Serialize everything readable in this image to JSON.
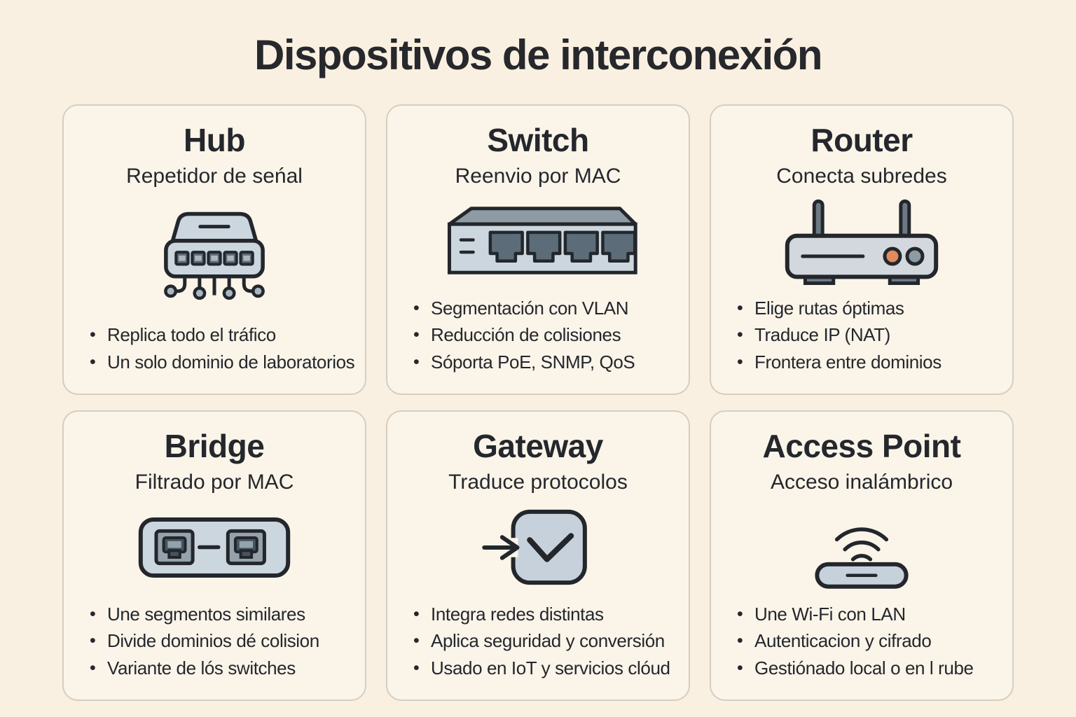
{
  "page": {
    "title": "Dispositivos de interconexión"
  },
  "colors": {
    "background": "#faf0e1",
    "card_background": "#fbf4e9",
    "card_border": "#d5cec0",
    "text": "#24272c",
    "icon_outline": "#23272c",
    "icon_fill_light": "#ccd6de",
    "icon_fill_mid": "#8e9aa4",
    "icon_fill_dark": "#5d6c79",
    "icon_terminal_fill": "#a9b6c0",
    "router_button_orange": "#e18a5b"
  },
  "cards": [
    {
      "title": "Hub",
      "subtitle": "Repetidor de seńal",
      "icon": "hub-device-icon",
      "bullets": [
        "Replica todo el tráfico",
        "Un solo dominio de laboratorios"
      ]
    },
    {
      "title": "Switch",
      "subtitle": "Reenvio por MAC",
      "icon": "switch-device-icon",
      "bullets": [
        "Segmentación con VLAN",
        "Reducción de colisiones",
        "Sóporta PoE, SNMP, QoS"
      ]
    },
    {
      "title": "Router",
      "subtitle": "Conecta subredes",
      "icon": "router-device-icon",
      "bullets": [
        "Elige rutas óptimas",
        "Traduce IP (NAT)",
        "Frontera entre dominios"
      ]
    },
    {
      "title": "Bridge",
      "subtitle": "Filtrado por MAC",
      "icon": "bridge-ports-icon",
      "bullets": [
        "Une segmentos similares",
        "Divide dominios dé colision",
        "Variante de lós switches"
      ]
    },
    {
      "title": "Gateway",
      "subtitle": "Traduce protocolos",
      "icon": "gateway-check-icon",
      "bullets": [
        "Integra redes distintas",
        "Aplica seguridad y conversión",
        "Usado en IoT y servicios clóud"
      ]
    },
    {
      "title": "Access Point",
      "subtitle": "Acceso inalámbrico",
      "icon": "access-point-wifi-icon",
      "bullets": [
        "Une Wi-Fi con LAN",
        "Autenticacion y cifrado",
        "Gestiónado local o en l rube"
      ]
    }
  ]
}
